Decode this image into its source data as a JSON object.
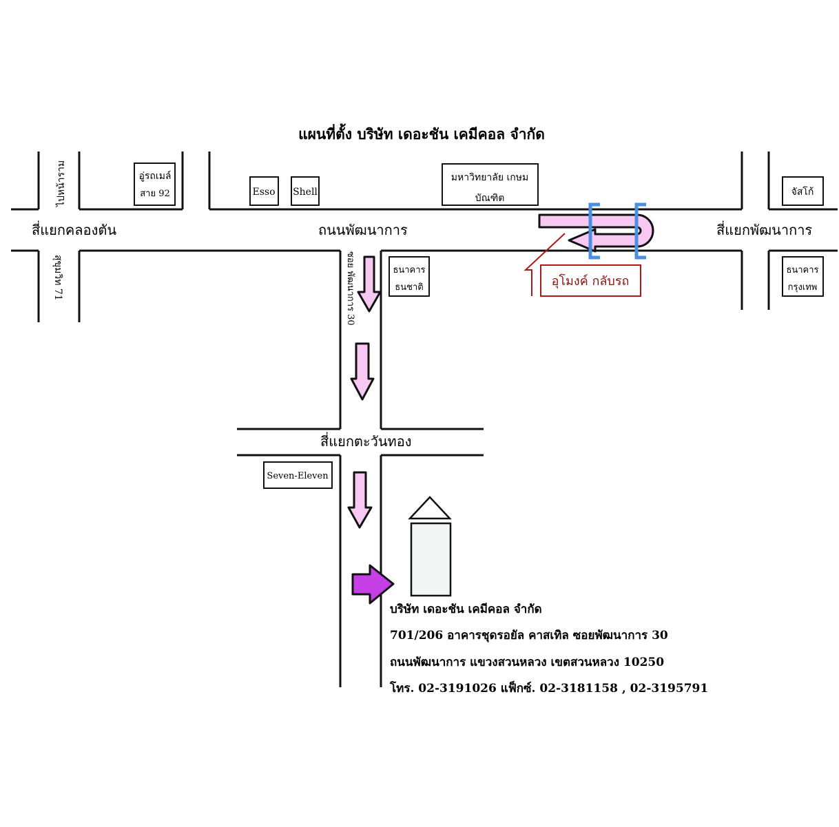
{
  "title": "แผนที่ตั้ง บริษัท เดอะชัน เคมีคอล จำกัด",
  "roads": {
    "main": "ถนนพัฒนาการ",
    "left_junction": "สี่แยกคลองตัน",
    "right_junction": "สี่แยกพัฒนาการ",
    "middle_junction": "สี่แยกตะวันทอง",
    "left_upper_side": "ไปหน้าราม",
    "left_lower_side": "สุขุมวิท 71",
    "soi": "ซอย พัฒนาการ 30"
  },
  "landmarks": {
    "ooran_line1": "อู่รถเมล์",
    "ooran_line2": "สาย 92",
    "esso": "Esso",
    "shell": "Shell",
    "university_line1": "มหาวิทยาลัย เกษม",
    "university_line2": "บัณฑิต",
    "jusco": "จัสโก้",
    "bank1_line1": "ธนาคาร",
    "bank1_line2": "ธนชาติ",
    "bank2_line1": "ธนาคาร",
    "bank2_line2": "กรุงเทพ",
    "seven": "Seven-Eleven",
    "tunnel": "อุโมงค์ กลับรถ"
  },
  "address": {
    "company": "บริษัท เดอะชัน เคมีคอล จำกัด",
    "line1": "701/206  อาคารชุดรอยัล คาสเทิล ซอยพัฒนาการ 30",
    "line2": "ถนนพัฒนาการ แขวงสวนหลวง เขตสวนหลวง 10250",
    "line3": "โทร. 02-3191026 แฟ็กซ์. 02-3181158 , 02-3195791"
  },
  "colors": {
    "arrow_fill": "#f7c9f2",
    "arrow_dest": "#c53ee6",
    "tunnel_blue": "#4a8fe0",
    "tunnel_red": "#b01818",
    "building_fill": "#f4f6f6"
  }
}
